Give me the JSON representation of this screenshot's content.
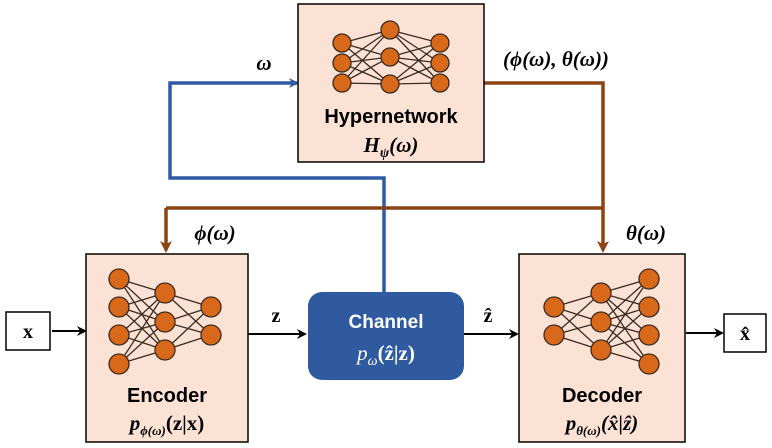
{
  "colors": {
    "module_fill": "#fbe2d5",
    "node_fill": "#d9691a",
    "node_edge_color": "#3a2a20",
    "channel_fill": "#2f5aa0",
    "blue_arrow": "#2f5aa6",
    "brown_arrow": "#8b4513",
    "black": "#000000"
  },
  "hypernetwork": {
    "title": "Hypernetwork",
    "formula": "H_ψ(ω)"
  },
  "encoder": {
    "title": "Encoder",
    "formula": "p_ϕ(ω)(z|x)"
  },
  "decoder": {
    "title": "Decoder",
    "formula": "p_θ(ω)(x̂|ẑ)"
  },
  "channel": {
    "title": "Channel",
    "formula": "p_ω(ẑ|z)"
  },
  "labels": {
    "omega": "ω",
    "phi_theta": "(ϕ(ω), θ(ω))",
    "phi": "ϕ(ω)",
    "theta": "θ(ω)",
    "z": "z",
    "zhat": "ẑ"
  },
  "input": {
    "label": "x"
  },
  "output": {
    "label": "x̂"
  }
}
